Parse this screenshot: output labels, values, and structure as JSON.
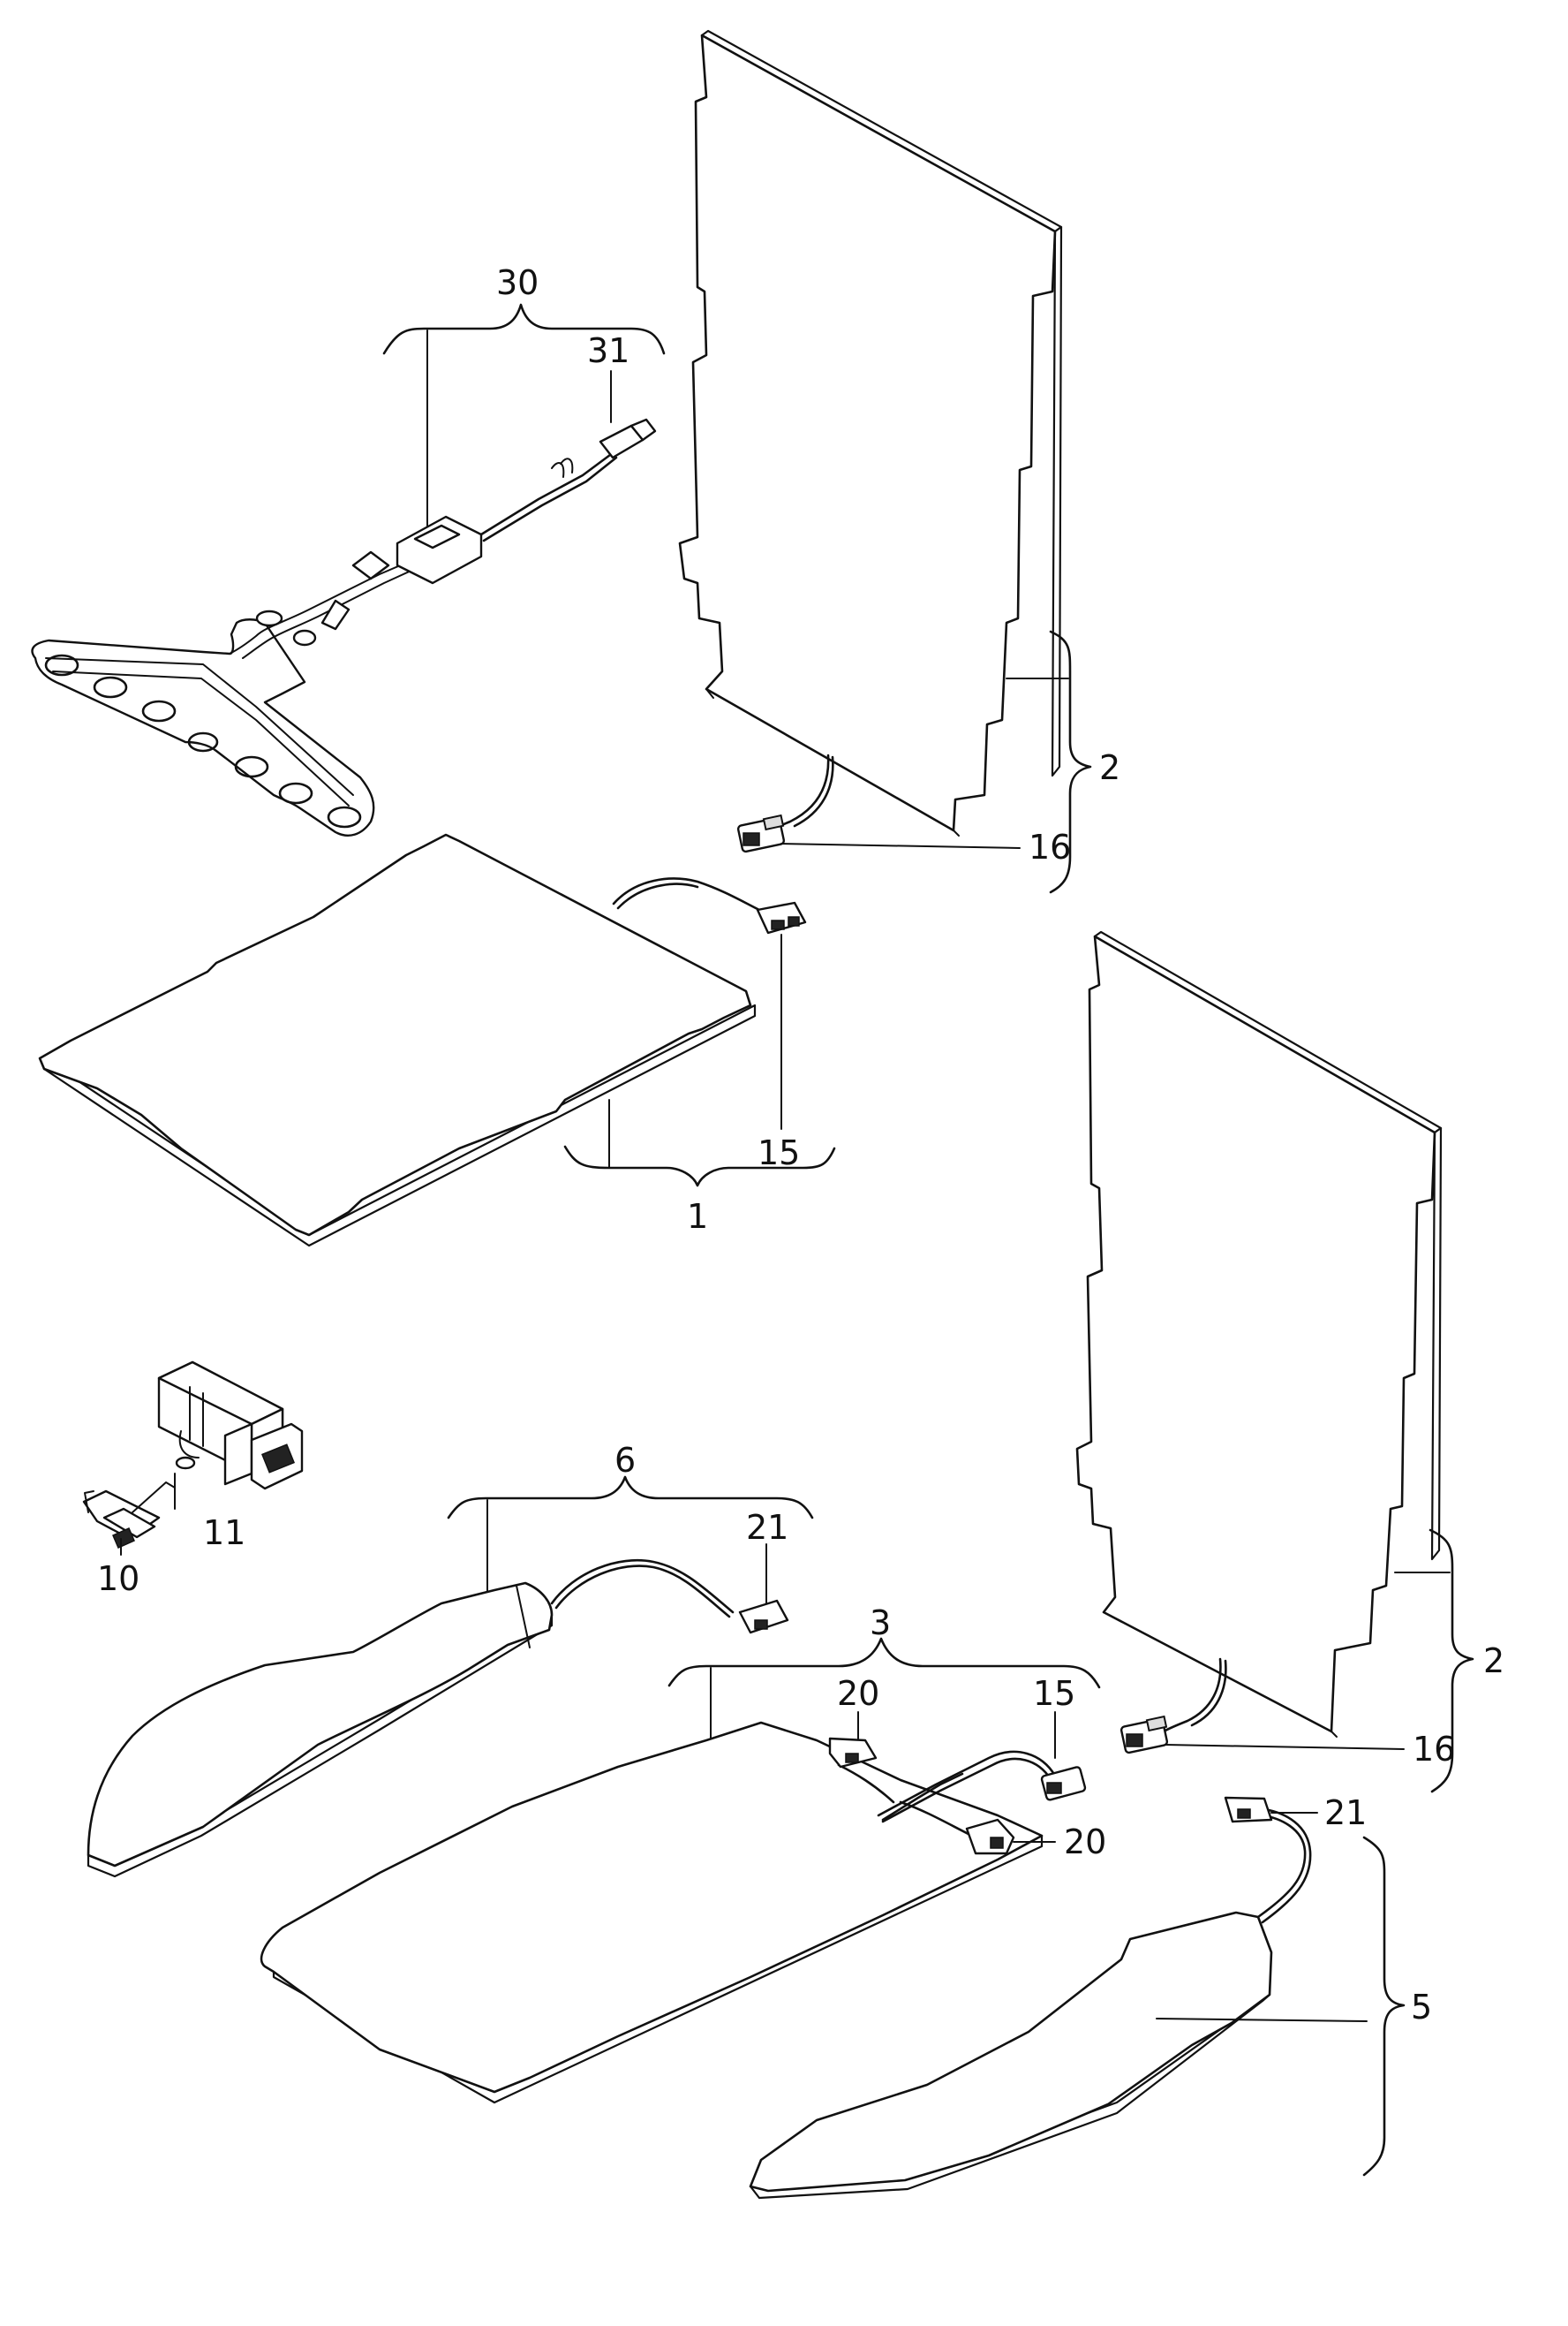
{
  "callouts": {
    "c1": "1",
    "c2a": "2",
    "c2b": "2",
    "c3": "3",
    "c5": "5",
    "c6": "6",
    "c10": "10",
    "c11": "11",
    "c15a": "15",
    "c15b": "15",
    "c16a": "16",
    "c16b": "16",
    "c20a": "20",
    "c20b": "20",
    "c21a": "21",
    "c21b": "21",
    "c30": "30",
    "c31": "31"
  },
  "colors": {
    "line": "#111111",
    "background": "#ffffff"
  }
}
